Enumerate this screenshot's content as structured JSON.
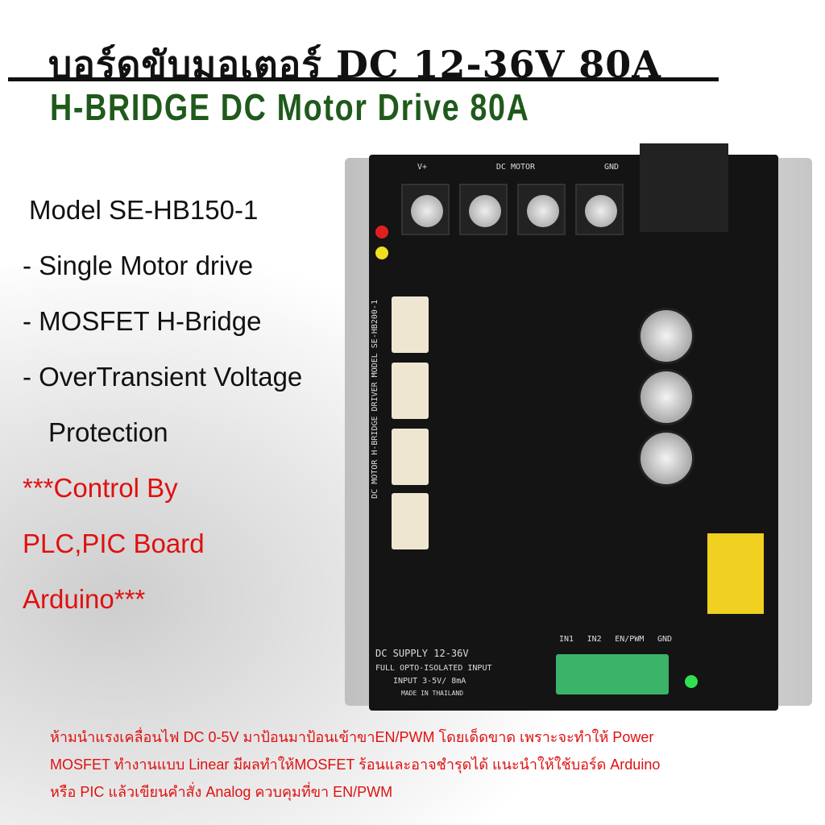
{
  "header": {
    "title_thai": "บอร์ดขับมอเตอร์ DC 12-36V 80A",
    "title_en": "H-BRIDGE DC Motor Drive 80A"
  },
  "specs": {
    "model": "Model SE-HB150-1",
    "features": [
      "- Single Motor drive",
      "- MOSFET H-Bridge",
      "- OverTransient Voltage",
      "Protection"
    ],
    "control": [
      "***Control By",
      "PLC,PIC Board",
      "Arduino***"
    ]
  },
  "board": {
    "silkscreen": [
      "DC SUPPLY 12-36V",
      "FULL OPTO-ISOLATED INPUT",
      "INPUT 3-5V/ 8mA",
      "MADE IN THAILAND",
      "DC MOTOR H-BRIDGE DRIVER MODEL SE-HB200-1"
    ],
    "terminal_labels": [
      "V+",
      "DC MOTOR",
      "GND"
    ],
    "input_labels": [
      "IN1",
      "IN2",
      "EN/PWM",
      "GND"
    ]
  },
  "warning": {
    "lines": [
      "ห้ามนำแรงเคลื่อนไฟ DC 0-5V มาป้อนมาป้อนเข้าขาEN/PWM โดยเด็ดขาด เพราะจะทำให้ Power",
      "MOSFET ทำงานแบบ Linear มีผลทำให้MOSFET ร้อนและอาจชำรุดได้ แนะนำให้ใช้บอร์ด Arduino",
      "หรือ PIC แล้วเขียนคำสั่ง Analog ควบคุมที่ขา EN/PWM"
    ]
  },
  "colors": {
    "title_green": "#1f5a1c",
    "accent_red": "#e01010"
  }
}
